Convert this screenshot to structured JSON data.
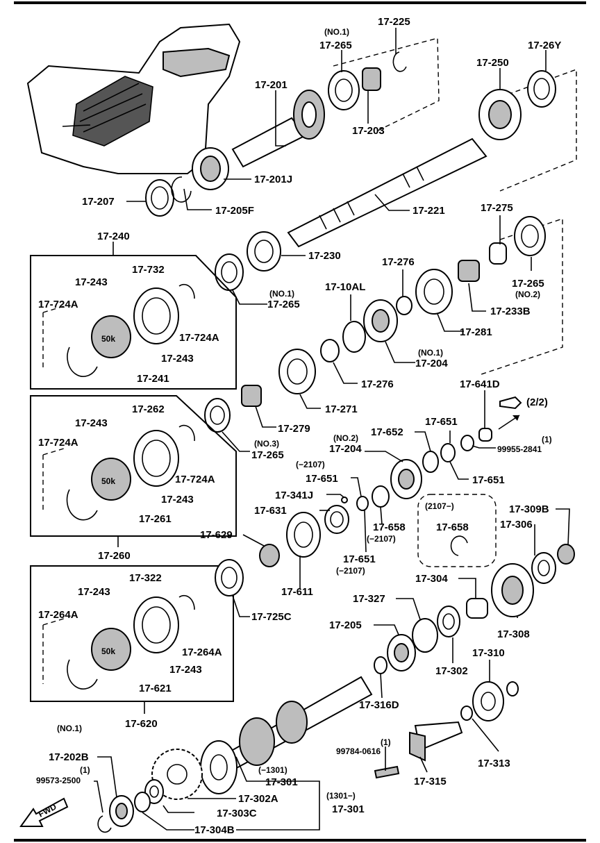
{
  "labels": {
    "p17225": "17-225",
    "p17265_top": "17-265",
    "no1_top": "(NO.1)",
    "p17201": "17-201",
    "p17203": "17-203",
    "p17250": "17-250",
    "p1726Y": "17-26Y",
    "p17201J": "17-201J",
    "p17207": "17-207",
    "p17205F": "17-205F",
    "p17221": "17-221",
    "p17240": "17-240",
    "p17243_a1": "17-243",
    "p17732": "17-732",
    "p17724A_a1": "17-724A",
    "p17724A_a2": "17-724A",
    "p17243_a2": "17-243",
    "p17241": "17-241",
    "p17230": "17-230",
    "p17265_no1b": "17-265",
    "no1_b": "(NO.1)",
    "p17275": "17-275",
    "p17265_no2": "17-265",
    "no2_a": "(NO.2)",
    "p17233B": "17-233B",
    "p17276_a": "17-276",
    "p1710AL": "17-10AL",
    "p17281": "17-281",
    "no1_c": "(NO.1)",
    "p17204_a": "17-204",
    "p17276_b": "17-276",
    "p17271": "17-271",
    "p17641D": "17-641D",
    "two_two": "(2/2)",
    "p17243_b1": "17-243",
    "p17262": "17-262",
    "p17724A_b1": "17-724A",
    "p17724A_b2": "17-724A",
    "p17243_b2": "17-243",
    "p17261": "17-261",
    "p17260": "17-260",
    "p17279": "17-279",
    "no3": "(NO.3)",
    "p17265_no3": "17-265",
    "no2_b": "(NO.2)",
    "p17204_b": "17-204",
    "p17652": "17-652",
    "p17651_a": "17-651",
    "one_a": "(1)",
    "p99955": "99955-2841",
    "p17651_b": "17-651",
    "range_a": "(−2107)",
    "p17651_c": "17-651",
    "p17341J": "17-341J",
    "p17631": "17-631",
    "p17658_a": "17-658",
    "range_b": "(−2107)",
    "range_c": "(2107−)",
    "p17658_b": "17-658",
    "p17309B": "17-309B",
    "p17306": "17-306",
    "p17629": "17-629",
    "p17611": "17-611",
    "p17651_d": "17-651",
    "range_d": "(−2107)",
    "p17243_c1": "17-243",
    "p17322": "17-322",
    "p17264A_c1": "17-264A",
    "p17264A_c2": "17-264A",
    "p17243_c2": "17-243",
    "p17621": "17-621",
    "p17620": "17-620",
    "p17725C": "17-725C",
    "p17304": "17-304",
    "p17327": "17-327",
    "p17205": "17-205",
    "p17302": "17-302",
    "p17308": "17-308",
    "p17316D": "17-316D",
    "p17310": "17-310",
    "p17313": "17-313",
    "no1_d": "(NO.1)",
    "p17202B": "17-202B",
    "one_b": "(1)",
    "p99573": "99573-2500",
    "one_c": "(1)",
    "p99784": "99784-0616",
    "p17315": "17-315",
    "range_e": "(−1301)",
    "p17301_a": "17-301",
    "p17302A": "17-302A",
    "range_f": "(1301−)",
    "p17303C": "17-303C",
    "p17301_b": "17-301",
    "p17304B": "17-304B",
    "fwd": "FWD"
  }
}
